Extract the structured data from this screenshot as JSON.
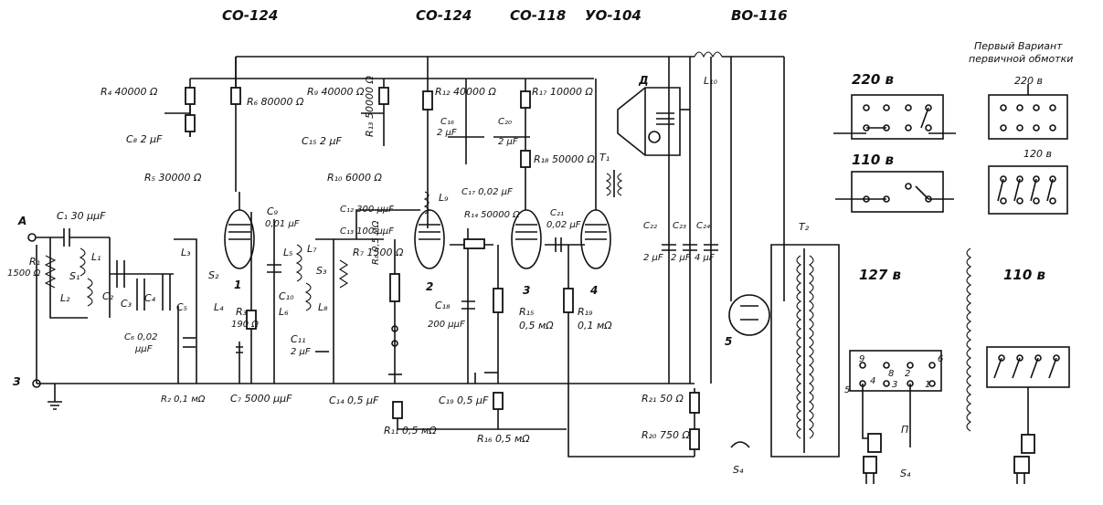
{
  "tube_headers": {
    "t1": "СО-124",
    "t2": "СО-124",
    "t3": "СО-118",
    "t4": "УО-104",
    "t5": "ВО-116"
  },
  "terminals": {
    "antenna": "А",
    "ground": "З"
  },
  "resistors": {
    "r1": "R₁",
    "r1_value": "1500 Ω",
    "r2": "R₂ 0,1 мΩ",
    "r3": "R₃",
    "r3_value": "190 Ω",
    "r4": "R₄ 40000 Ω",
    "r5": "R₅ 30000 Ω",
    "r6": "R₆ 80000 Ω",
    "r7": "R₇ 1500 Ω",
    "r8": "R₈ 0,5 мΩ",
    "r9": "R₉ 40000 Ω",
    "r10": "R₁₀ 6000 Ω",
    "r11": "R₁₁ 0,5 мΩ",
    "r12": "R₁₂ 40000 Ω",
    "r13": "R₁₃ 50000 Ω",
    "r14": "R₁₄ 50000 Ω",
    "r15": "R₁₅",
    "r15_value": "0,5 мΩ",
    "r16": "R₁₆ 0,5 мΩ",
    "r17": "R₁₇ 10000 Ω",
    "r18": "R₁₈ 50000 Ω",
    "r19": "R₁₉",
    "r19_value": "0,1 мΩ",
    "r20": "R₂₀ 750 Ω",
    "r21": "R₂₁ 50 Ω"
  },
  "capacitors": {
    "c1": "C₁ 30 μμF",
    "c2": "C₂",
    "c3": "C₃",
    "c4": "C₄",
    "c5": "C₅",
    "c6": "C₆ 0,02",
    "c6_unit": "μμF",
    "c7": "C₇ 5000 μμF",
    "c8": "C₈ 2 μF",
    "c9": "C₉",
    "c9_value": "0,01 μF",
    "c10": "C₁₀",
    "c11": "C₁₁",
    "c11_value": "2 μF",
    "c12": "C₁₂ 300 μμF",
    "c13": "C₁₃ 100 μμF",
    "c14": "C₁₄ 0,5 μF",
    "c15": "C₁₅ 2 μF",
    "c16": "C₁₆",
    "c16_value": "2 μF",
    "c17": "C₁₇ 0,02 μF",
    "c18": "C₁₈",
    "c18_value": "200 μμF",
    "c19": "C₁₉ 0,5 μF",
    "c20": "C₂₀",
    "c20_value": "2 μF",
    "c21": "C₂₁",
    "c21_value": "0,02 μF",
    "c22": "C₂₂",
    "c22_value": "2 μF",
    "c23": "C₂₃",
    "c23_value": "2 μF",
    "c24": "C₂₄",
    "c24_value": "4 μF"
  },
  "coils": {
    "l1": "L₁",
    "l2": "L₂",
    "l3": "L₃",
    "l4": "L₄",
    "l5": "L₅",
    "l6": "L₆",
    "l7": "L₇",
    "l8": "L₈",
    "l9": "L₉",
    "l10": "L₁₀"
  },
  "switches": {
    "s1": "S₁",
    "s2": "S₂",
    "s3": "S₃",
    "s4": "S₄"
  },
  "transformers": {
    "t1": "T₁",
    "t2": "T₂"
  },
  "misc": {
    "speaker": "Д",
    "fuse": "П"
  },
  "tube_numbers": [
    "1",
    "2",
    "3",
    "4",
    "5"
  ],
  "voltage_panels": {
    "v220": "220 в",
    "v110": "110 в",
    "v127": "127 в",
    "v110_alt": "110 в",
    "first_variant": "Первый Вариант",
    "primary_winding": "первичной обмотки",
    "alt_220": "220 в",
    "alt_120": "120 в"
  },
  "selector_pins": [
    "9",
    "8",
    "4",
    "3",
    "2",
    "1",
    "5",
    "6"
  ]
}
